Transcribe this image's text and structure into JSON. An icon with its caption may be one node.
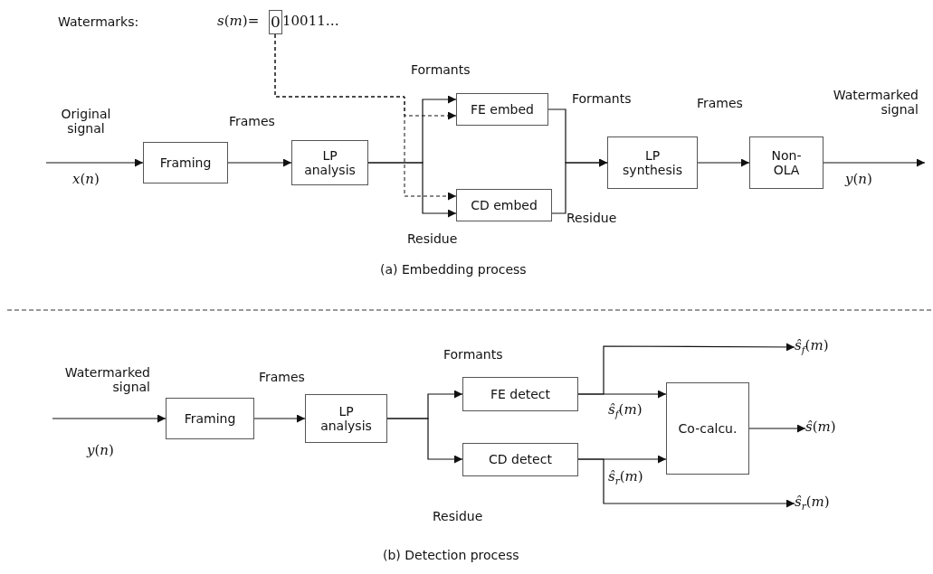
{
  "diagram": {
    "nodes": [
      {
        "text": [
          "0"
        ]
      },
      {
        "text": [
          "Framing"
        ]
      },
      {
        "text": [
          "LP analysis"
        ]
      },
      {
        "text": [
          "FE embed"
        ]
      },
      {
        "text": [
          "CD embed"
        ]
      },
      {
        "text": [
          "LP synthesis"
        ]
      },
      {
        "text": [
          "Non- OLA"
        ]
      },
      {
        "text": [
          "Framing"
        ]
      },
      {
        "text": [
          "LP analysis"
        ]
      },
      {
        "text": [
          "FE detect"
        ]
      },
      {
        "text": [
          "CD detect"
        ]
      },
      {
        "text": [
          "Co-calcu."
        ]
      },
      {
        "text": [
          "*ŝ*$_{f}$(*m*)"
        ]
      },
      {
        "text": [
          "*ŝ*(*m*)"
        ]
      },
      {
        "text": [
          "*ŝ*$_{r}$(*m*)"
        ]
      }
    ],
    "edges": [
      {
        "from": null,
        "to": 1,
        "arrow": "to"
      },
      {
        "from": 1,
        "to": 2,
        "arrow": "to"
      },
      {
        "from": 2,
        "to": 3,
        "arrow": "to"
      },
      {
        "from": 2,
        "to": 4,
        "arrow": "to"
      },
      {
        "from": 0,
        "to": 3,
        "arrow": "to",
        "style": "dashed"
      },
      {
        "from": 0,
        "to": 4,
        "arrow": "to",
        "style": "dashed"
      },
      {
        "from": 3,
        "to": 5,
        "arrow": "to"
      },
      {
        "from": 4,
        "to": 5,
        "arrow": "to"
      },
      {
        "from": 5,
        "to": 6,
        "arrow": "to"
      },
      {
        "from": 6,
        "to": null,
        "arrow": "to"
      },
      {
        "from": null,
        "to": 7,
        "arrow": "to"
      },
      {
        "from": 7,
        "to": 8,
        "arrow": "to"
      },
      {
        "from": 8,
        "to": 9,
        "arrow": "to"
      },
      {
        "from": 8,
        "to": 10,
        "arrow": "to"
      },
      {
        "from": 9,
        "to": 11,
        "arrow": "to",
        "label": "*ŝ*$_{f}$(*m*)"
      },
      {
        "from": 10,
        "to": 11,
        "arrow": "to",
        "label": "*ŝ*$_{r}$(*m*)"
      },
      {
        "from": 9,
        "to": 12,
        "arrow": "to"
      },
      {
        "from": 11,
        "to": 13,
        "arrow": "to"
      },
      {
        "from": 10,
        "to": 14,
        "arrow": "to"
      }
    ],
    "labels": [
      "Watermarks:",
      "*s*(*m*)=",
      "10011…",
      "Formants",
      "Formants",
      "Frames",
      "Watermarked signal",
      "Original signal",
      "Frames",
      "*x*(*n*)",
      "*y*(*n*)",
      "Residue",
      "Residue",
      "(a) Embedding process",
      "Formants",
      "Watermarked signal",
      "Frames",
      "*y*(*n*)",
      "Residue",
      "(b) Detection process"
    ]
  }
}
